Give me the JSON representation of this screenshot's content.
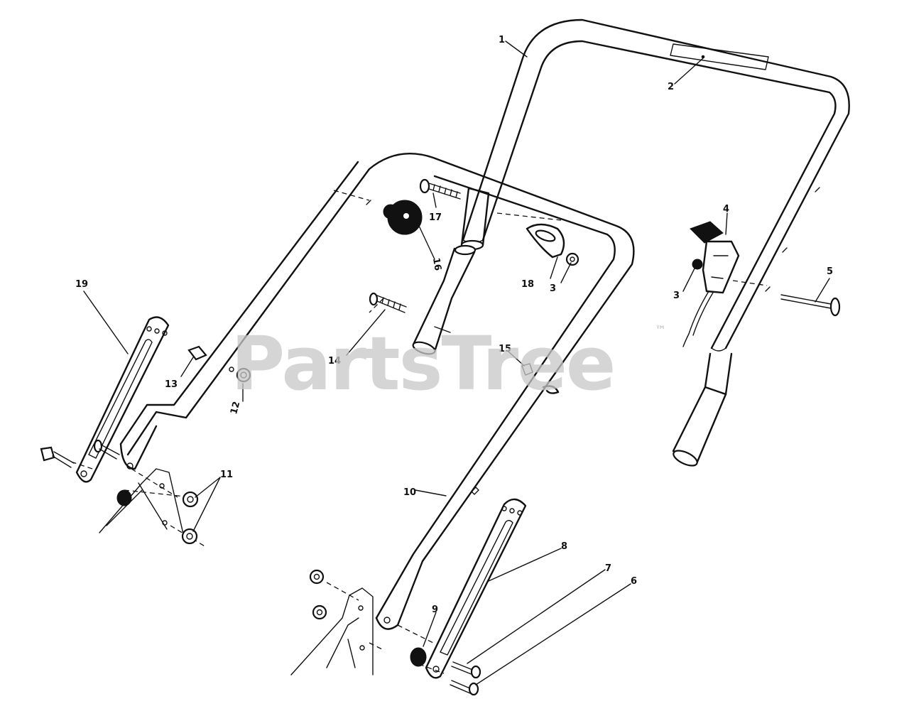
{
  "watermark": {
    "text": "PartsTree",
    "trademark": "™"
  },
  "callouts": [
    {
      "id": "1",
      "label": "1"
    },
    {
      "id": "2",
      "label": "2"
    },
    {
      "id": "3a",
      "label": "3"
    },
    {
      "id": "3b",
      "label": "3"
    },
    {
      "id": "4",
      "label": "4"
    },
    {
      "id": "5",
      "label": "5"
    },
    {
      "id": "6",
      "label": "6"
    },
    {
      "id": "7",
      "label": "7"
    },
    {
      "id": "8",
      "label": "8"
    },
    {
      "id": "9",
      "label": "9"
    },
    {
      "id": "10",
      "label": "10"
    },
    {
      "id": "11",
      "label": "11"
    },
    {
      "id": "12",
      "label": "12"
    },
    {
      "id": "13",
      "label": "13"
    },
    {
      "id": "14",
      "label": "14"
    },
    {
      "id": "15",
      "label": "15"
    },
    {
      "id": "16",
      "label": "16"
    },
    {
      "id": "17",
      "label": "17"
    },
    {
      "id": "18",
      "label": "18"
    },
    {
      "id": "19",
      "label": "19"
    }
  ]
}
